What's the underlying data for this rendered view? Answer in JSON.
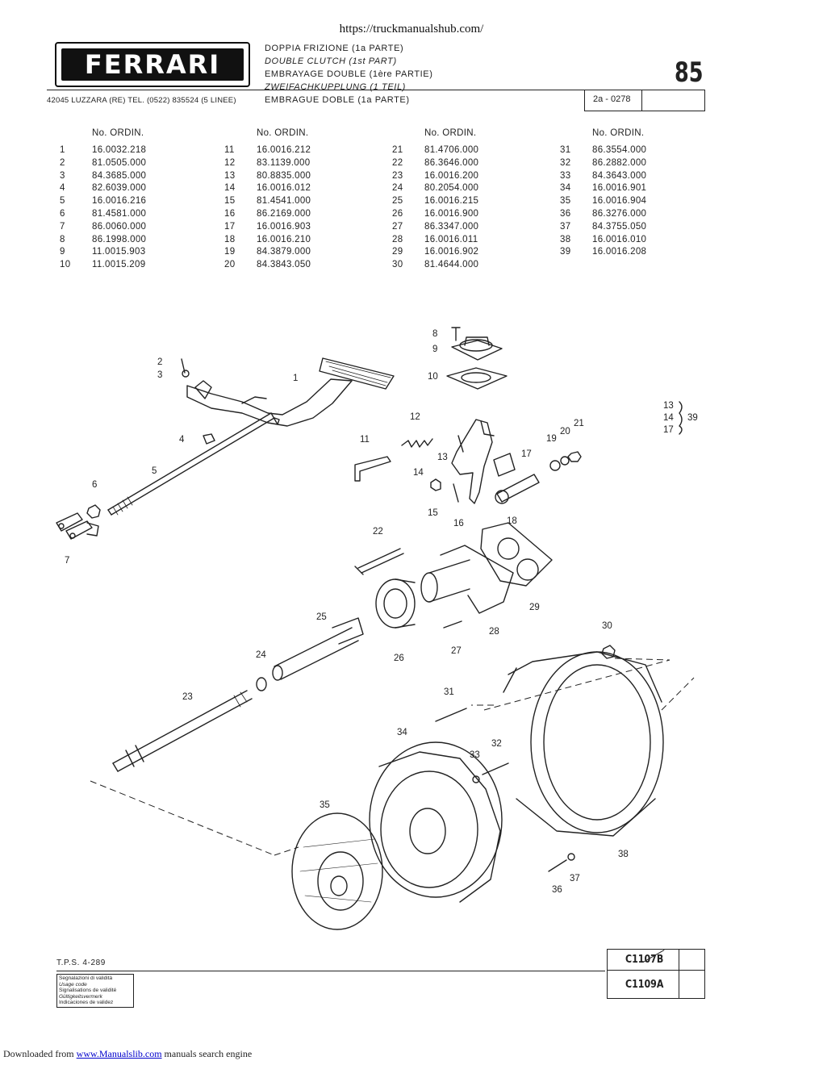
{
  "header": {
    "url": "https://truckmanualshub.com/",
    "logo_text": "FERRARI",
    "address": "42045 LUZZARA (RE)   TEL. (0522) 835524 (5 LINEE)",
    "titles": [
      "DOPPIA FRIZIONE (1a PARTE)",
      "DOUBLE CLUTCH (1st PART)",
      "EMBRAYAGE DOUBLE (1ère PARTIE)",
      "ZWEIFACHKUPPLUNG (1 TEIL)",
      "EMBRAGUE DOBLE (1a PARTE)"
    ],
    "page_number": "85",
    "reference": "2a - 0278"
  },
  "parts_table": {
    "column_header": "No. ORDIN.",
    "columns": [
      [
        {
          "n": "1",
          "code": "16.0032.218"
        },
        {
          "n": "2",
          "code": "81.0505.000"
        },
        {
          "n": "3",
          "code": "84.3685.000"
        },
        {
          "n": "4",
          "code": "82.6039.000"
        },
        {
          "n": "5",
          "code": "16.0016.216"
        },
        {
          "n": "6",
          "code": "81.4581.000"
        },
        {
          "n": "7",
          "code": "86.0060.000"
        },
        {
          "n": "8",
          "code": "86.1998.000"
        },
        {
          "n": "9",
          "code": "11.0015.903"
        },
        {
          "n": "10",
          "code": "11.0015.209"
        }
      ],
      [
        {
          "n": "11",
          "code": "16.0016.212"
        },
        {
          "n": "12",
          "code": "83.1139.000"
        },
        {
          "n": "13",
          "code": "80.8835.000"
        },
        {
          "n": "14",
          "code": "16.0016.012"
        },
        {
          "n": "15",
          "code": "81.4541.000"
        },
        {
          "n": "16",
          "code": "86.2169.000"
        },
        {
          "n": "17",
          "code": "16.0016.903"
        },
        {
          "n": "18",
          "code": "16.0016.210"
        },
        {
          "n": "19",
          "code": "84.3879.000"
        },
        {
          "n": "20",
          "code": "84.3843.050"
        }
      ],
      [
        {
          "n": "21",
          "code": "81.4706.000"
        },
        {
          "n": "22",
          "code": "86.3646.000"
        },
        {
          "n": "23",
          "code": "16.0016.200"
        },
        {
          "n": "24",
          "code": "80.2054.000"
        },
        {
          "n": "25",
          "code": "16.0016.215"
        },
        {
          "n": "26",
          "code": "16.0016.900"
        },
        {
          "n": "27",
          "code": "86.3347.000"
        },
        {
          "n": "28",
          "code": "16.0016.011"
        },
        {
          "n": "29",
          "code": "16.0016.902"
        },
        {
          "n": "30",
          "code": "81.4644.000"
        }
      ],
      [
        {
          "n": "31",
          "code": "86.3554.000"
        },
        {
          "n": "32",
          "code": "86.2882.000"
        },
        {
          "n": "33",
          "code": "84.3643.000"
        },
        {
          "n": "34",
          "code": "16.0016.901"
        },
        {
          "n": "35",
          "code": "16.0016.904"
        },
        {
          "n": "36",
          "code": "86.3276.000"
        },
        {
          "n": "37",
          "code": "84.3755.050"
        },
        {
          "n": "38",
          "code": "16.0016.010"
        },
        {
          "n": "39",
          "code": "16.0016.208"
        }
      ]
    ]
  },
  "diagram": {
    "callouts": [
      "1",
      "2",
      "3",
      "4",
      "5",
      "6",
      "7",
      "8",
      "9",
      "10",
      "11",
      "12",
      "13",
      "14",
      "15",
      "16",
      "17",
      "18",
      "19",
      "20",
      "21",
      "22",
      "23",
      "24",
      "25",
      "26",
      "27",
      "28",
      "29",
      "30",
      "31",
      "32",
      "33",
      "34",
      "35",
      "36",
      "37",
      "38"
    ],
    "group_items": [
      "13",
      "14",
      "17"
    ],
    "group_ref": "39"
  },
  "footer": {
    "tps": "T.P.S. 4-289",
    "validity_lines": [
      "Segnalazioni di validità",
      "Usage code",
      "Signalisations de validité",
      "Gültigkeitsvermerk",
      "Indicaciones de validez"
    ],
    "code_old": "C1107B",
    "code_new": "C1109A",
    "download_prefix": "Downloaded from ",
    "download_link": "www.Manualslib.com",
    "download_suffix": " manuals search engine"
  },
  "colors": {
    "ink": "#222222",
    "link": "#0000cc"
  }
}
